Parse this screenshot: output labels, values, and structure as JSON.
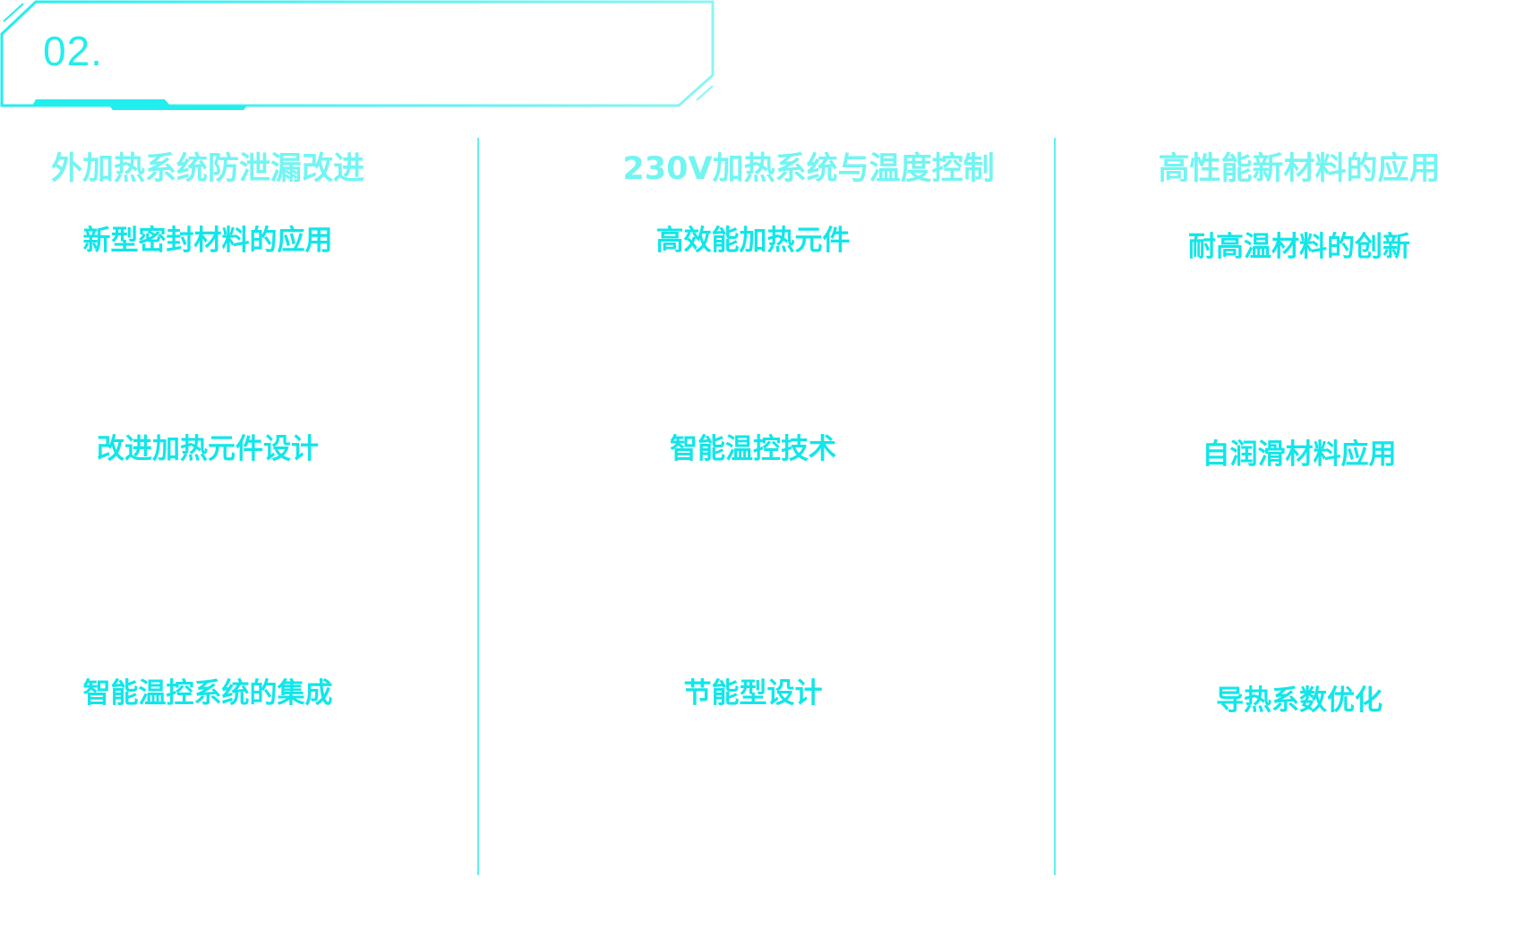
{
  "header": {
    "section_number": "02."
  },
  "columns": [
    {
      "title": "外加热系统防泄漏改进",
      "items": [
        "新型密封材料的应用",
        "改进加热元件设计",
        "智能温控系统的集成"
      ]
    },
    {
      "title": "230V加热系统与温度控制",
      "items": [
        "高效能加热元件",
        "智能温控技术",
        "节能型设计"
      ]
    },
    {
      "title": "高性能新材料的应用",
      "items": [
        "耐高温材料的创新",
        "自润滑材料应用",
        "导热系数优化"
      ]
    }
  ],
  "colors": {
    "accent": "#22eeee",
    "title": "#72f5f2",
    "item": "#12e6e8"
  }
}
